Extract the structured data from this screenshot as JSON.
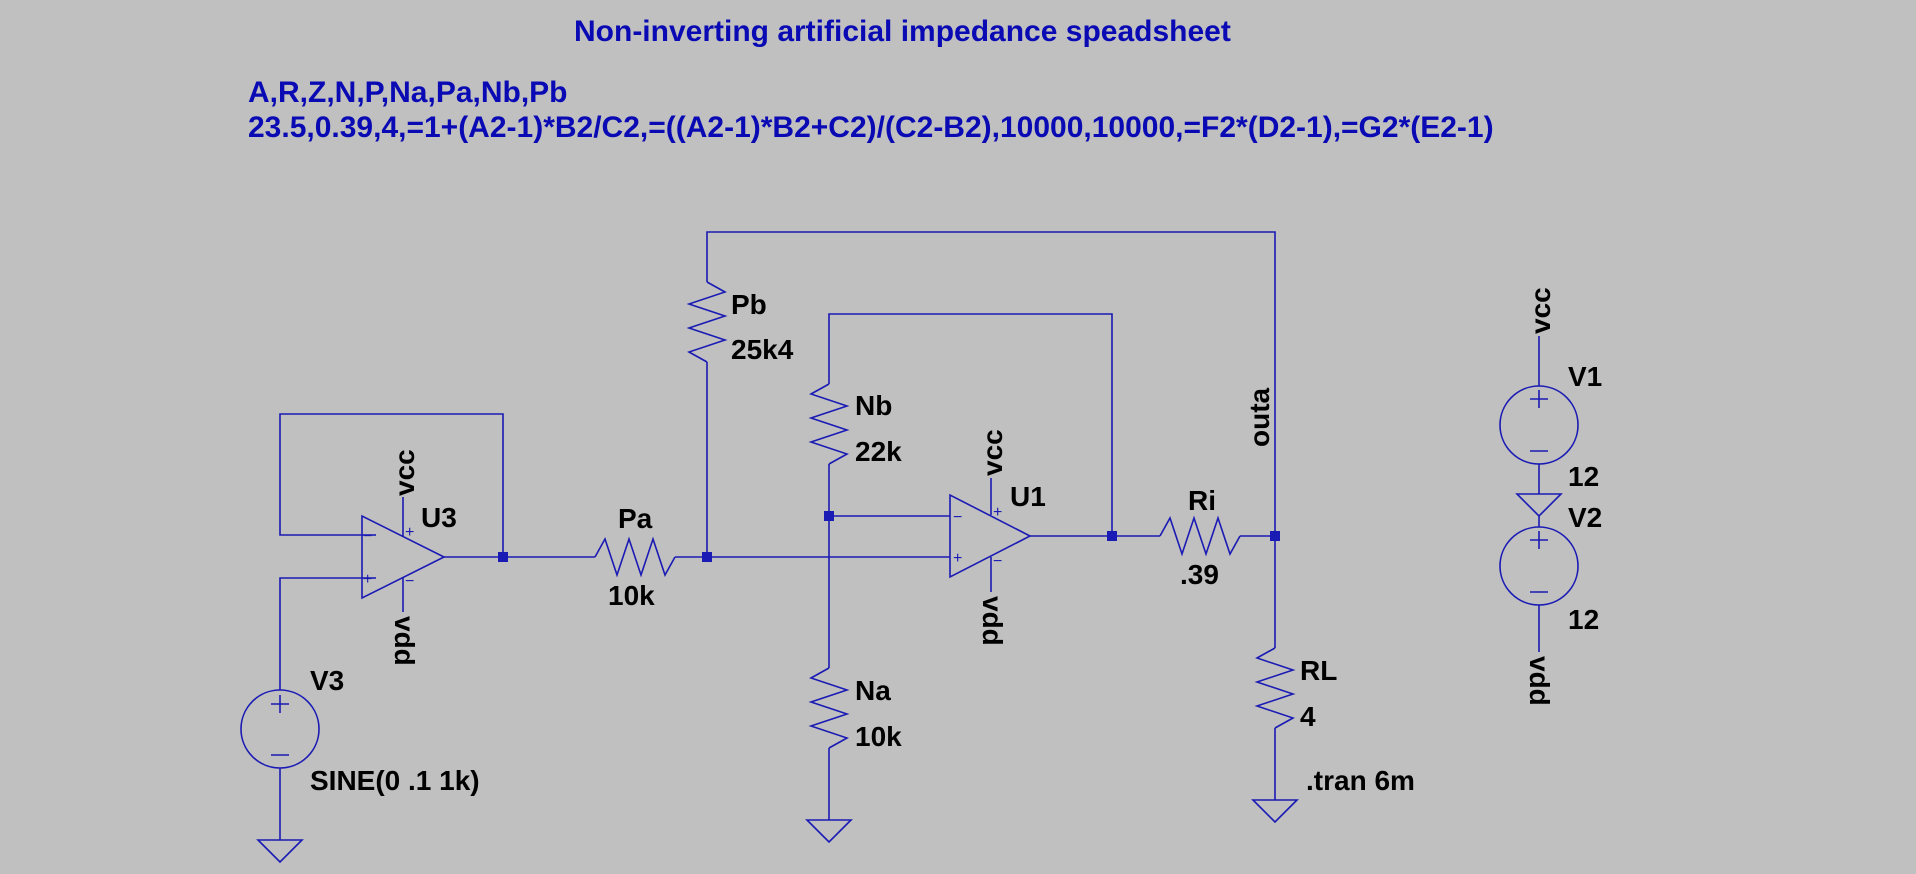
{
  "title": "Non-inverting artificial impedance speadsheet",
  "spreadsheet": {
    "header_line": "A,R,Z,N,P,Na,Pa,Nb,Pb",
    "values_line": "23.5,0.39,4,=1+(A2-1)*B2/C2,=((A2-1)*B2+C2)/(C2-B2),10000,10000,=F2*(D2-1),=G2*(E2-1)"
  },
  "components": {
    "pb": {
      "name": "Pb",
      "value": "25k4"
    },
    "nb": {
      "name": "Nb",
      "value": "22k"
    },
    "pa": {
      "name": "Pa",
      "value": "10k"
    },
    "na": {
      "name": "Na",
      "value": "10k"
    },
    "ri": {
      "name": "Ri",
      "value": ".39"
    },
    "rl": {
      "name": "RL",
      "value": "4"
    },
    "u1": {
      "name": "U1"
    },
    "u3": {
      "name": "U3"
    },
    "v1": {
      "name": "V1",
      "value": "12"
    },
    "v2": {
      "name": "V2",
      "value": "12"
    },
    "v3": {
      "name": "V3",
      "value": "SINE(0 .1 1k)"
    }
  },
  "nets": {
    "vcc": "vcc",
    "vdd": "vdd",
    "outa": "outa"
  },
  "directive": ".tran 6m",
  "colors": {
    "background": "#c0c0c0",
    "wire": "#1a1ab4",
    "comment": "#0a0ab4",
    "label": "#000000"
  }
}
